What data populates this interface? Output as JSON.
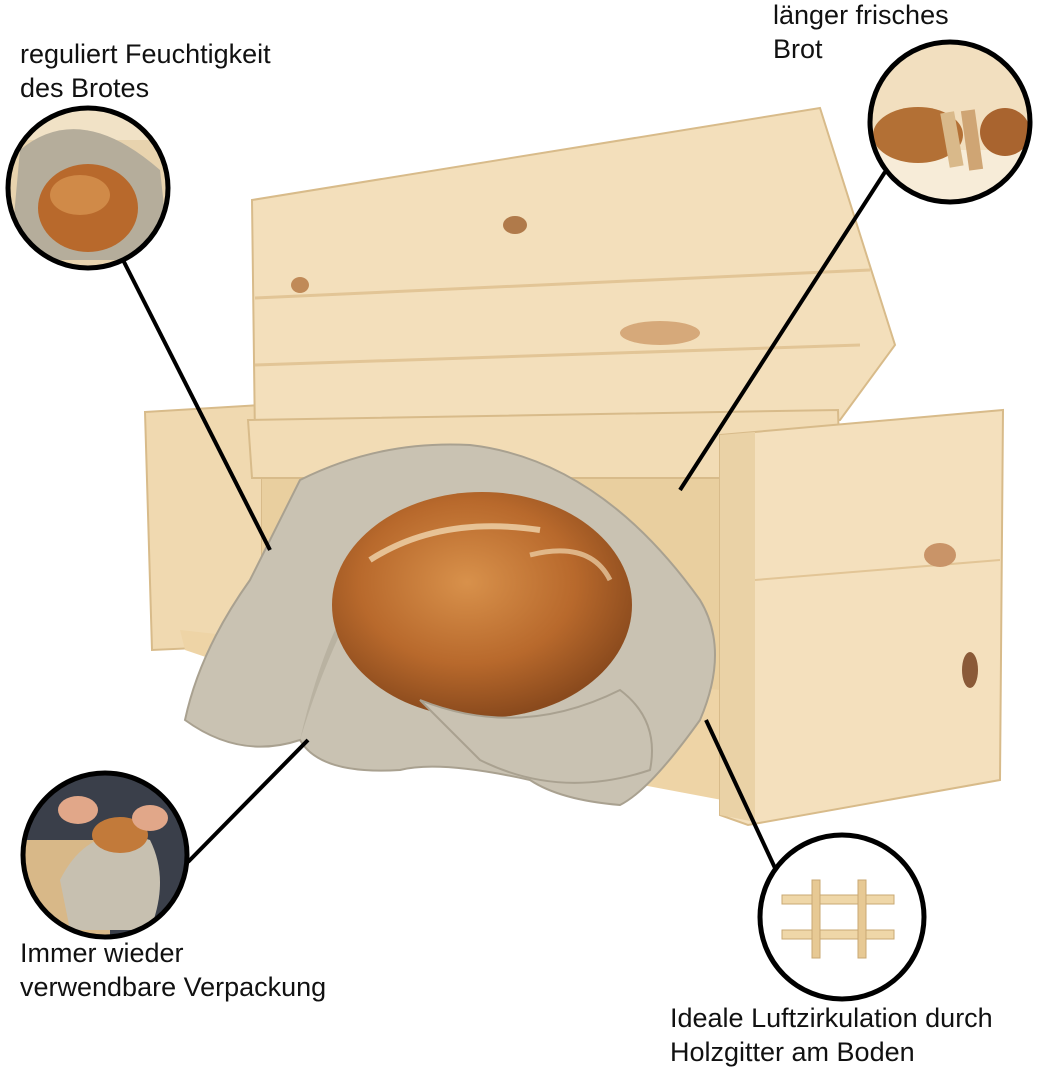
{
  "callouts": {
    "top_left": {
      "text": "reguliert Feuchtigkeit\ndes Brotes",
      "image": "bread-in-linen-cloth"
    },
    "top_right": {
      "text": "länger frisches\nBrot",
      "image": "sliced-bread-loaf"
    },
    "bottom_left": {
      "text": "Immer wieder\nverwendbare Verpackung",
      "image": "hands-wrapping-bread"
    },
    "bottom_right": {
      "text": "Ideale Luftzirkulation durch\nHolzgitter am Boden",
      "image": "wooden-grid"
    }
  },
  "colors": {
    "wood": "#f1dbb4",
    "wood_shade": "#e2c596",
    "linen": "#c9c2b2",
    "crust": "#b8692c",
    "outline": "#000000"
  }
}
